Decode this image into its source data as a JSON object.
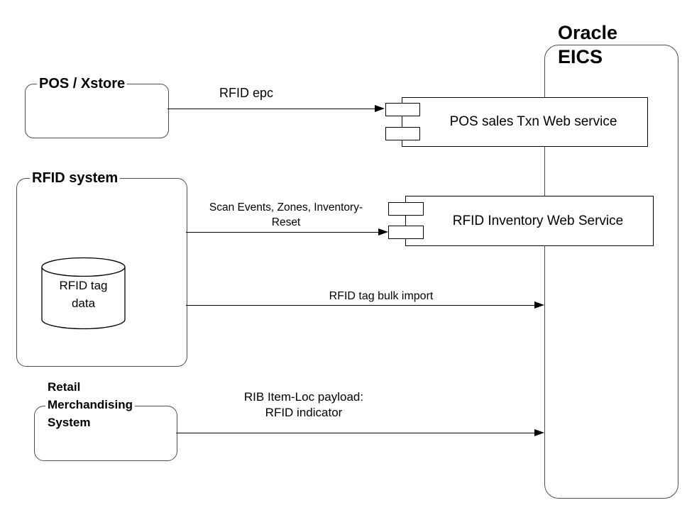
{
  "diagram": {
    "container": {
      "label": "Oracle\nEICS"
    },
    "nodes": {
      "pos_xstore": {
        "label": "POS / Xstore"
      },
      "rfid_system": {
        "label": "RFID system"
      },
      "rfid_tag_data": {
        "label": "RFID tag\ndata"
      },
      "retail_merchandising": {
        "label": "Retail\nMerchandising\nSystem"
      }
    },
    "components": {
      "pos_sales": {
        "label": "POS sales Txn Web service"
      },
      "rfid_inventory": {
        "label": "RFID Inventory Web Service"
      }
    },
    "arrows": {
      "rfid_epc": {
        "label": "RFID epc"
      },
      "scan_events": {
        "label": "Scan Events, Zones, Inventory-\nReset"
      },
      "bulk_import": {
        "label": "RFID tag  bulk import"
      },
      "rib_payload": {
        "label": "RIB Item-Loc payload:\nRFID indicator"
      }
    },
    "colors": {
      "stroke": "#000000",
      "container_stroke": "#4d4d4d",
      "background": "#ffffff"
    }
  }
}
